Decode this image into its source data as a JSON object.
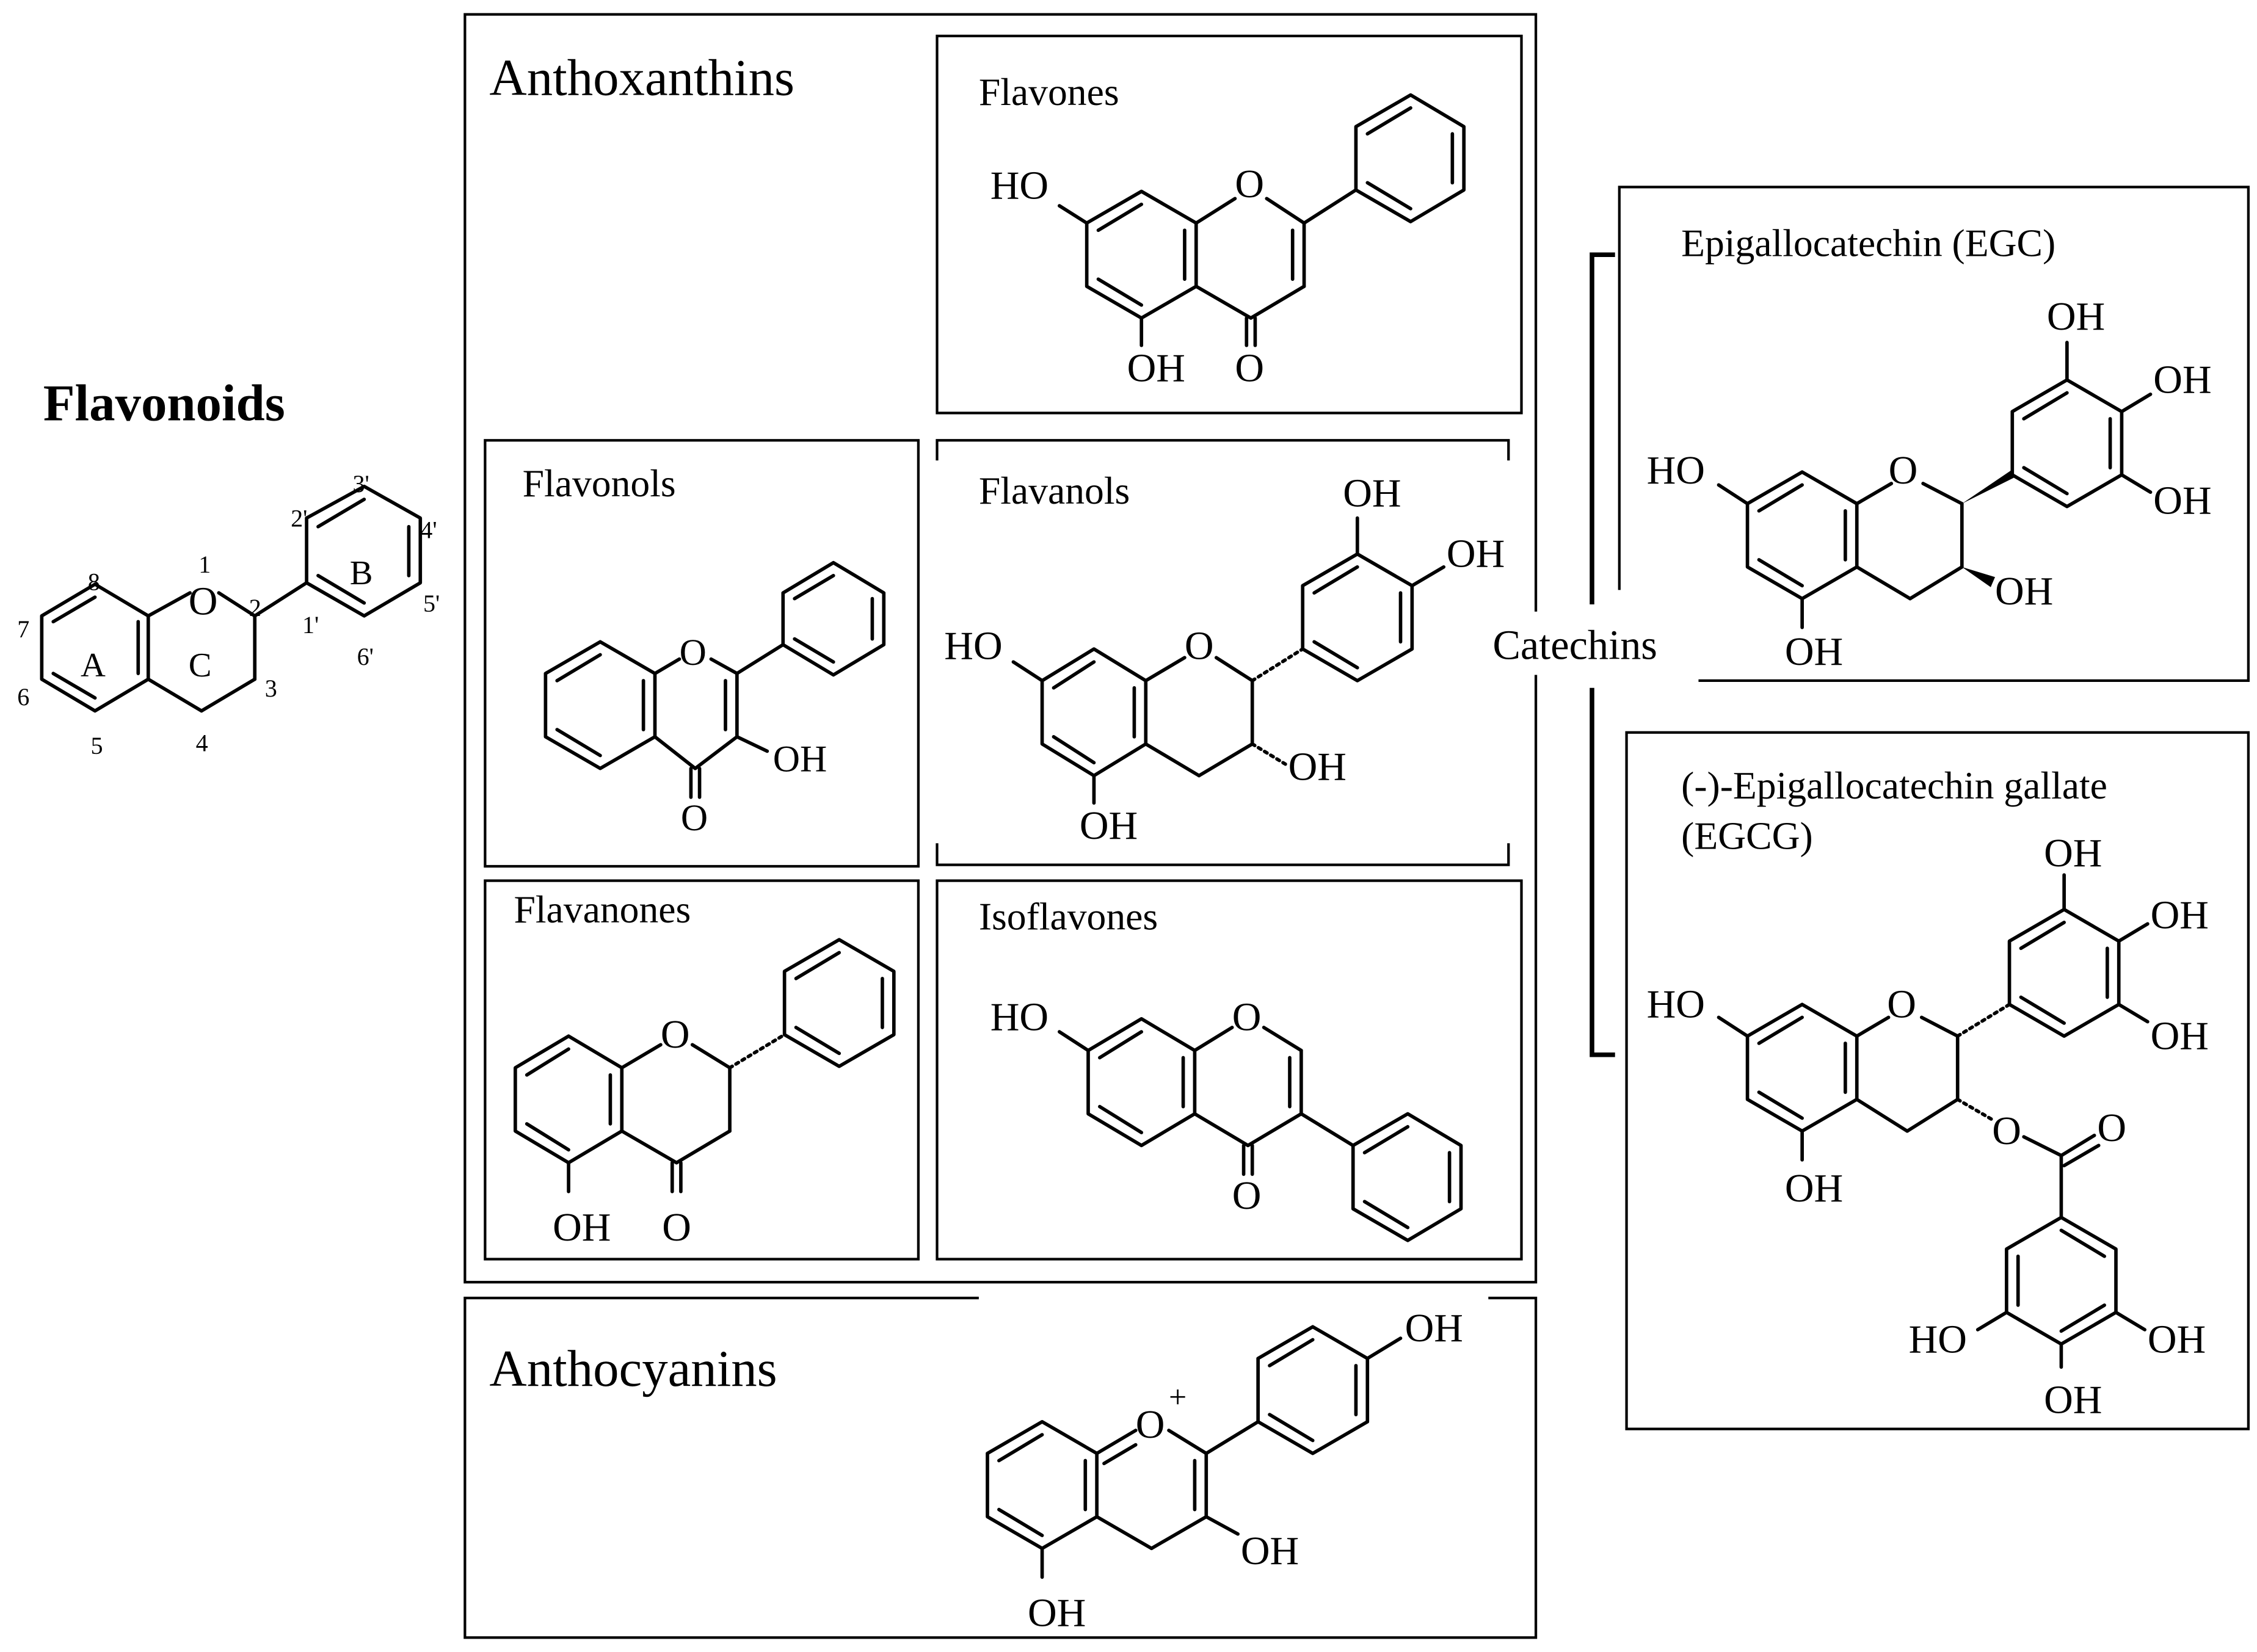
{
  "title": "Flavonoids",
  "core": {
    "rings": [
      "A",
      "B",
      "C"
    ],
    "positions": [
      "1",
      "2",
      "3",
      "4",
      "5",
      "6",
      "7",
      "8",
      "1'",
      "2'",
      "3'",
      "4'",
      "5'",
      "6'"
    ],
    "atom_o": "O"
  },
  "groups": {
    "anthoxanthins": "Anthoxanthins",
    "anthocyanins": "Anthocyanins",
    "catechins": "Catechins"
  },
  "classes": {
    "flavones": "Flavones",
    "flavonols": "Flavonols",
    "flavanols": "Flavanols",
    "flavanones": "Flavanones",
    "isoflavones": "Isoflavones",
    "egc": "Epigallocatechin (EGC)",
    "egcg_line1": "(-)-Epigallocatechin gallate",
    "egcg_line2": "(EGCG)"
  },
  "atoms": {
    "ho": "HO",
    "oh": "OH",
    "o": "O",
    "plus": "+"
  }
}
